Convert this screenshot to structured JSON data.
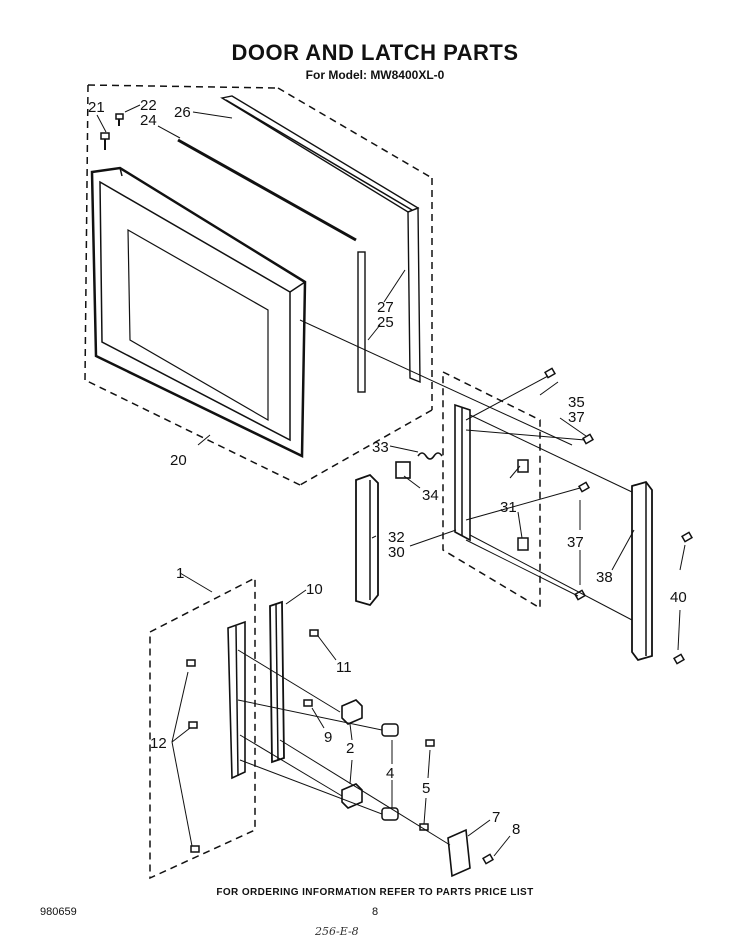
{
  "title": "DOOR AND LATCH PARTS",
  "subtitle": "For Model: MW8400XL-0",
  "footer_note": "FOR ORDERING INFORMATION REFER TO PARTS PRICE LIST",
  "doc_number": "980659",
  "page_number": "8",
  "handwritten_note": "256-E-8",
  "callouts": {
    "c1": "1",
    "c2": "2",
    "c4": "4",
    "c5": "5",
    "c7": "7",
    "c8": "8",
    "c9": "9",
    "c10": "10",
    "c11": "11",
    "c12": "12",
    "c20": "20",
    "c21": "21",
    "c22": "22",
    "c24": "24",
    "c25": "25",
    "c26": "26",
    "c27": "27",
    "c30": "30",
    "c31": "31",
    "c32": "32",
    "c33": "33",
    "c34": "34",
    "c35": "35",
    "c37a": "37",
    "c37b": "37",
    "c38": "38",
    "c40": "40"
  }
}
